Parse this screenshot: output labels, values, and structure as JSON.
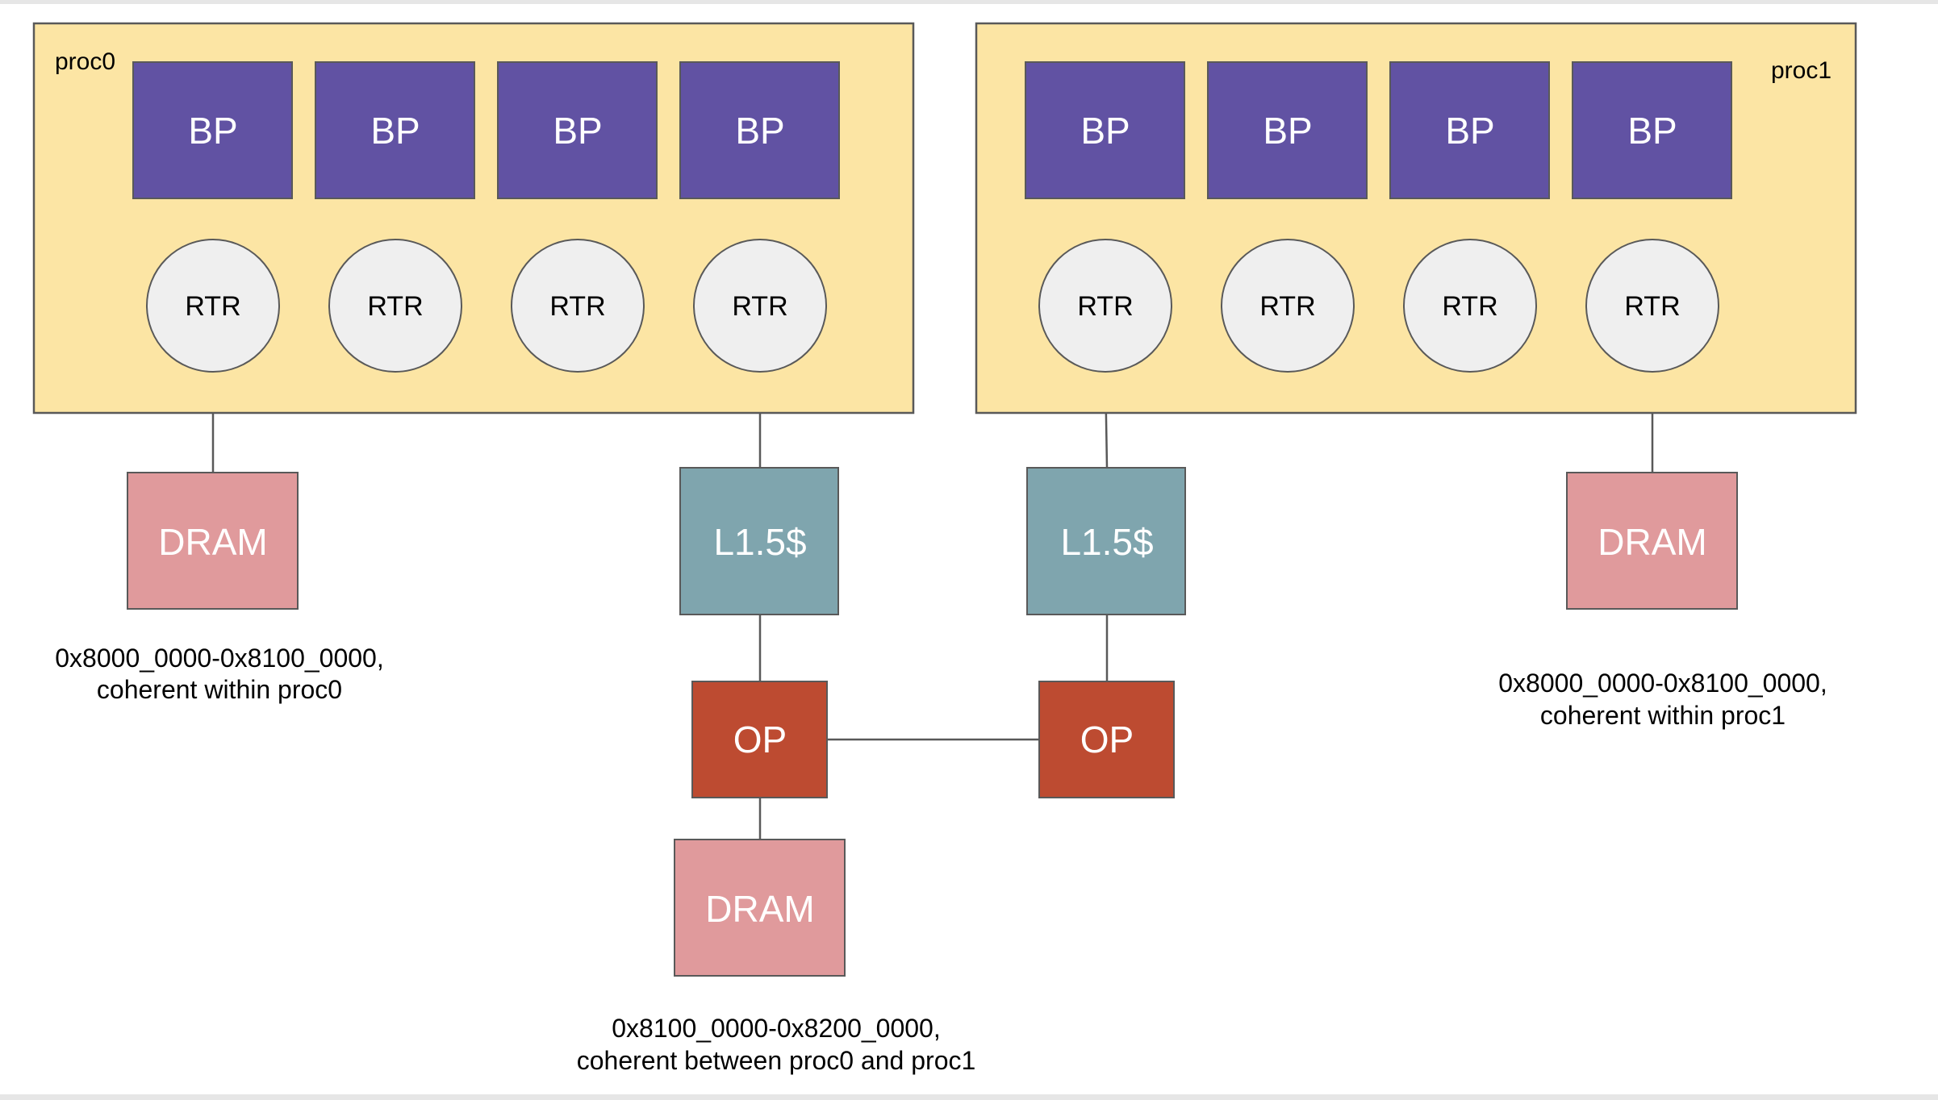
{
  "colors": {
    "proc_fill": "#fce5a4",
    "bp_fill": "#6152a3",
    "rtr_fill": "#efefef",
    "dram_fill": "#e09a9c",
    "l15_fill": "#7fa5ae",
    "op_fill": "#bd4b31",
    "stroke": "#595959"
  },
  "proc0": {
    "label": "proc0"
  },
  "proc1": {
    "label": "proc1"
  },
  "labels": {
    "bp": "BP",
    "rtr": "RTR",
    "dram": "DRAM",
    "l15": "L1.5$",
    "op": "OP"
  },
  "annotations": {
    "dram_left_line1": "0x8000_0000-0x8100_0000,",
    "dram_left_line2": "coherent within proc0",
    "dram_right_line1": "0x8000_0000-0x8100_0000,",
    "dram_right_line2": "coherent within proc1",
    "dram_mid_line1": "0x8100_0000-0x8200_0000,",
    "dram_mid_line2": "coherent between proc0 and proc1"
  }
}
